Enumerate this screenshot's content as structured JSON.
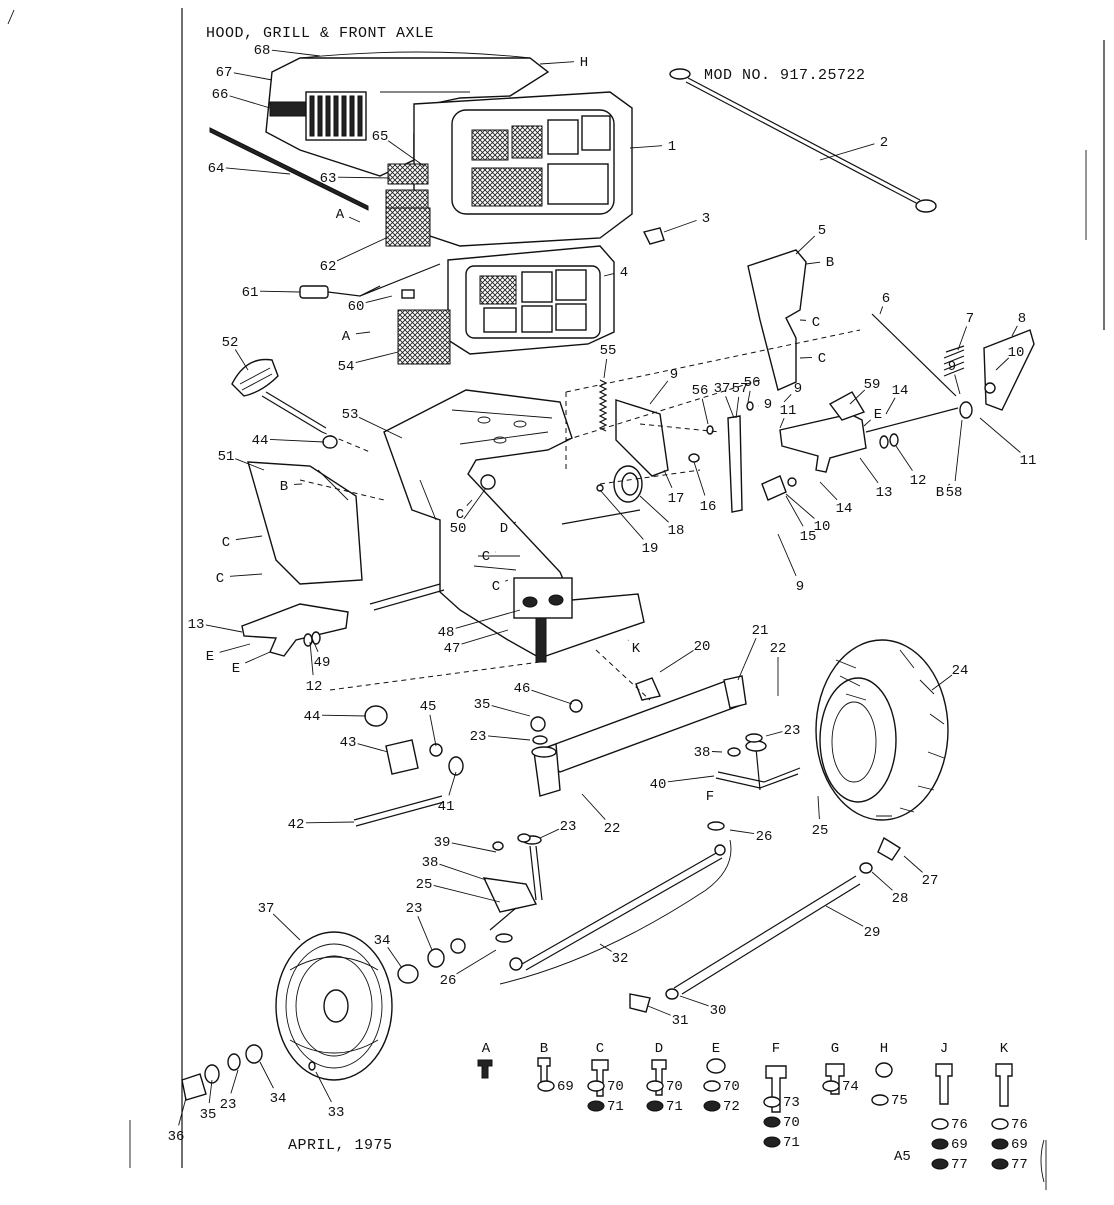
{
  "title": "HOOD, GRILL & FRONT AXLE",
  "model": "MOD NO. 917.25722",
  "date": "APRIL, 1975",
  "parts": [
    {
      "id": "p1",
      "label": "1"
    },
    {
      "id": "p2",
      "label": "2"
    },
    {
      "id": "p3",
      "label": "3"
    },
    {
      "id": "p4",
      "label": "4"
    },
    {
      "id": "p5",
      "label": "5"
    },
    {
      "id": "p6",
      "label": "6"
    },
    {
      "id": "p7",
      "label": "7"
    },
    {
      "id": "p8",
      "label": "8"
    },
    {
      "id": "p9a",
      "label": "9"
    },
    {
      "id": "p9b",
      "label": "9"
    },
    {
      "id": "p9c",
      "label": "9"
    },
    {
      "id": "p9d",
      "label": "9"
    },
    {
      "id": "p9e",
      "label": "9"
    },
    {
      "id": "p10a",
      "label": "10"
    },
    {
      "id": "p10b",
      "label": "10"
    },
    {
      "id": "p11a",
      "label": "11"
    },
    {
      "id": "p11b",
      "label": "11"
    },
    {
      "id": "p12a",
      "label": "12"
    },
    {
      "id": "p12b",
      "label": "12"
    },
    {
      "id": "p13a",
      "label": "13"
    },
    {
      "id": "p13b",
      "label": "13"
    },
    {
      "id": "p14a",
      "label": "14"
    },
    {
      "id": "p14b",
      "label": "14"
    },
    {
      "id": "p15",
      "label": "15"
    },
    {
      "id": "p16",
      "label": "16"
    },
    {
      "id": "p17",
      "label": "17"
    },
    {
      "id": "p18",
      "label": "18"
    },
    {
      "id": "p19",
      "label": "19"
    },
    {
      "id": "p20",
      "label": "20"
    },
    {
      "id": "p21",
      "label": "21"
    },
    {
      "id": "p22a",
      "label": "22"
    },
    {
      "id": "p22b",
      "label": "22"
    },
    {
      "id": "p23a",
      "label": "23"
    },
    {
      "id": "p23b",
      "label": "23"
    },
    {
      "id": "p23c",
      "label": "23"
    },
    {
      "id": "p23d",
      "label": "23"
    },
    {
      "id": "p23e",
      "label": "23"
    },
    {
      "id": "p24",
      "label": "24"
    },
    {
      "id": "p25a",
      "label": "25"
    },
    {
      "id": "p25b",
      "label": "25"
    },
    {
      "id": "p26a",
      "label": "26"
    },
    {
      "id": "p26b",
      "label": "26"
    },
    {
      "id": "p27",
      "label": "27"
    },
    {
      "id": "p28",
      "label": "28"
    },
    {
      "id": "p29",
      "label": "29"
    },
    {
      "id": "p30",
      "label": "30"
    },
    {
      "id": "p31",
      "label": "31"
    },
    {
      "id": "p32",
      "label": "32"
    },
    {
      "id": "p33",
      "label": "33"
    },
    {
      "id": "p34a",
      "label": "34"
    },
    {
      "id": "p34b",
      "label": "34"
    },
    {
      "id": "p35a",
      "label": "35"
    },
    {
      "id": "p35b",
      "label": "35"
    },
    {
      "id": "p36",
      "label": "36"
    },
    {
      "id": "p37a",
      "label": "37"
    },
    {
      "id": "p37b",
      "label": "37"
    },
    {
      "id": "p38a",
      "label": "38"
    },
    {
      "id": "p38b",
      "label": "38"
    },
    {
      "id": "p39",
      "label": "39"
    },
    {
      "id": "p40",
      "label": "40"
    },
    {
      "id": "p41",
      "label": "41"
    },
    {
      "id": "p42",
      "label": "42"
    },
    {
      "id": "p43",
      "label": "43"
    },
    {
      "id": "p44a",
      "label": "44"
    },
    {
      "id": "p44b",
      "label": "44"
    },
    {
      "id": "p45",
      "label": "45"
    },
    {
      "id": "p46",
      "label": "46"
    },
    {
      "id": "p47",
      "label": "47"
    },
    {
      "id": "p48",
      "label": "48"
    },
    {
      "id": "p49",
      "label": "49"
    },
    {
      "id": "p50",
      "label": "50"
    },
    {
      "id": "p51",
      "label": "51"
    },
    {
      "id": "p52",
      "label": "52"
    },
    {
      "id": "p53",
      "label": "53"
    },
    {
      "id": "p54",
      "label": "54"
    },
    {
      "id": "p55",
      "label": "55"
    },
    {
      "id": "p56a",
      "label": "56"
    },
    {
      "id": "p56b",
      "label": "56"
    },
    {
      "id": "p57",
      "label": "57"
    },
    {
      "id": "p58",
      "label": "58"
    },
    {
      "id": "p59",
      "label": "59"
    },
    {
      "id": "p60",
      "label": "60"
    },
    {
      "id": "p61",
      "label": "61"
    },
    {
      "id": "p62",
      "label": "62"
    },
    {
      "id": "p63",
      "label": "63"
    },
    {
      "id": "p64",
      "label": "64"
    },
    {
      "id": "p65",
      "label": "65"
    },
    {
      "id": "p66",
      "label": "66"
    },
    {
      "id": "p67",
      "label": "67"
    },
    {
      "id": "p68",
      "label": "68"
    }
  ],
  "letters": [
    {
      "id": "lH",
      "label": "H"
    },
    {
      "id": "lA1",
      "label": "A"
    },
    {
      "id": "lA2",
      "label": "A"
    },
    {
      "id": "lB1",
      "label": "B"
    },
    {
      "id": "lB2",
      "label": "B"
    },
    {
      "id": "lB3",
      "label": "B"
    },
    {
      "id": "lC1",
      "label": "C"
    },
    {
      "id": "lC2",
      "label": "C"
    },
    {
      "id": "lC3",
      "label": "C"
    },
    {
      "id": "lC4",
      "label": "C"
    },
    {
      "id": "lC5",
      "label": "C"
    },
    {
      "id": "lC6",
      "label": "C"
    },
    {
      "id": "lC7",
      "label": "C"
    },
    {
      "id": "lD",
      "label": "D"
    },
    {
      "id": "lE1",
      "label": "E"
    },
    {
      "id": "lE2",
      "label": "E"
    },
    {
      "id": "lE3",
      "label": "E"
    },
    {
      "id": "lF",
      "label": "F"
    },
    {
      "id": "lK",
      "label": "K"
    }
  ],
  "hardware": [
    {
      "id": "hA",
      "letter": "A",
      "items": []
    },
    {
      "id": "hB",
      "letter": "B",
      "items": [
        "69"
      ]
    },
    {
      "id": "hC",
      "letter": "C",
      "items": [
        "70",
        "71"
      ]
    },
    {
      "id": "hD",
      "letter": "D",
      "items": [
        "70",
        "71"
      ]
    },
    {
      "id": "hE",
      "letter": "E",
      "items": [
        "70",
        "72"
      ]
    },
    {
      "id": "hF",
      "letter": "F",
      "items": [
        "73",
        "70",
        "71"
      ]
    },
    {
      "id": "hG",
      "letter": "G",
      "items": [
        "74"
      ]
    },
    {
      "id": "hH",
      "letter": "H",
      "items": [
        "75"
      ]
    },
    {
      "id": "hJ",
      "letter": "J",
      "items": [
        "76",
        "69",
        "77"
      ]
    },
    {
      "id": "hK",
      "letter": "K",
      "items": [
        "76",
        "69",
        "77"
      ]
    }
  ],
  "hardware_note": "A5"
}
